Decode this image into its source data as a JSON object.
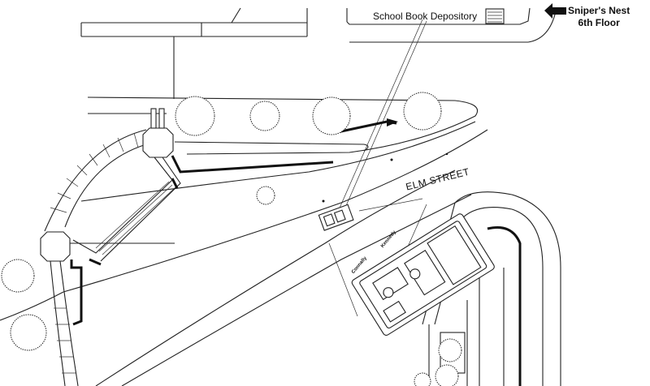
{
  "labels": {
    "depository": "School Book Depository",
    "sniper_line1": "Sniper's Nest",
    "sniper_line2": "6th Floor",
    "street": "ELM STREET",
    "connally": "Connally",
    "kennedy": "Kennedy"
  },
  "icons": {
    "pointer": "black-arrow-left-icon"
  },
  "colors": {
    "ink": "#111111",
    "paper": "#ffffff"
  }
}
